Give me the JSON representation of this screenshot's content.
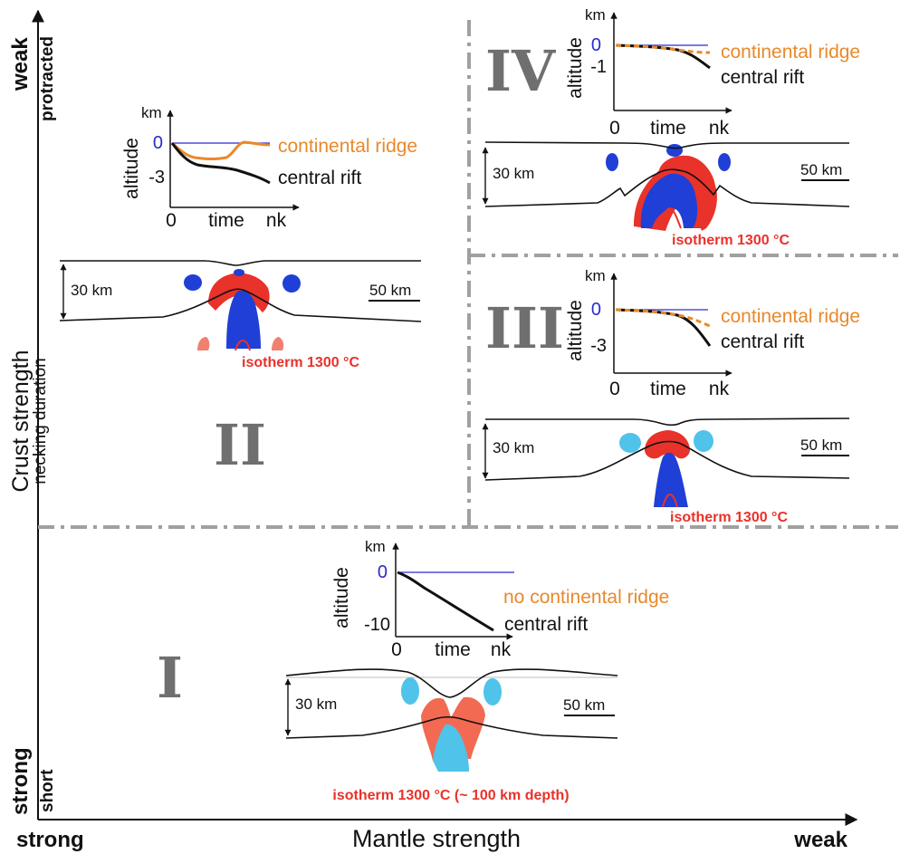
{
  "axes": {
    "x_title": "Mantle strength",
    "x_left": "strong",
    "x_right": "weak",
    "y_title": "Crust strength",
    "y_subtitle": "necking duration",
    "y_top": "weak",
    "y_bottom": "strong",
    "y_top_sub": "protracted",
    "y_bottom_sub": "short"
  },
  "common": {
    "km": "km",
    "altitude": "altitude",
    "time": "time",
    "zero": "0",
    "nk": "nk",
    "scale_thick": "30 km",
    "scale_len": "50 km",
    "continental_ridge": "continental ridge",
    "central_rift": "central rift",
    "isotherm": "isotherm 1300 °C"
  },
  "panels": {
    "I": {
      "numeral": "I",
      "tick": "-10",
      "ridge_label": "no continental ridge",
      "isotherm": "isotherm 1300 °C (~ 100 km depth)"
    },
    "II": {
      "numeral": "II",
      "tick": "-3"
    },
    "III": {
      "numeral": "III",
      "tick": "-3"
    },
    "IV": {
      "numeral": "IV",
      "tick": "-1"
    }
  },
  "colors": {
    "ridge": "#e8892b",
    "rift": "#000000",
    "sea_level": "#2a2ad0",
    "hot": "#e8322a",
    "cold": "#1f3fd6",
    "cyan": "#4fc3ea",
    "divider": "#a0a0a0",
    "numeral": "#6f6f6f"
  }
}
